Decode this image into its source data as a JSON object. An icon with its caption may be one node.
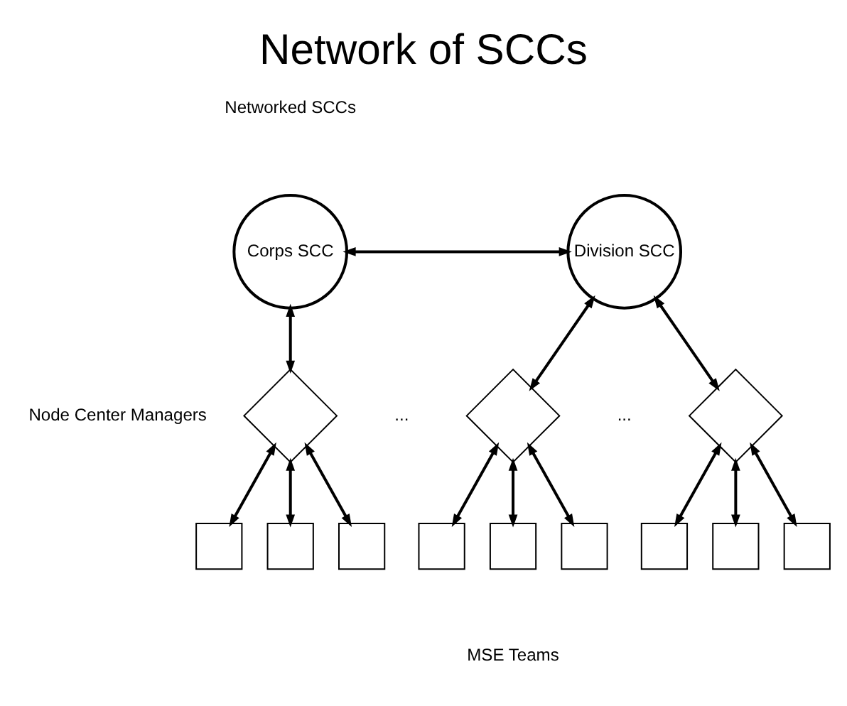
{
  "diagram": {
    "title": "Network of SCCs",
    "nodes": [
      {
        "text": [
          "Corps SCC"
        ]
      },
      {
        "text": [
          "Division SCC"
        ]
      },
      {
        "text": [],
        "shape": "diamond"
      },
      {
        "text": [],
        "shape": "diamond"
      },
      {
        "text": [],
        "shape": "diamond"
      },
      {
        "text": [],
        "shape": "box"
      },
      {
        "text": [],
        "shape": "box"
      },
      {
        "text": [],
        "shape": "box"
      },
      {
        "text": [],
        "shape": "box"
      },
      {
        "text": [],
        "shape": "box"
      },
      {
        "text": [],
        "shape": "box"
      },
      {
        "text": [],
        "shape": "box"
      },
      {
        "text": [],
        "shape": "box"
      },
      {
        "text": [],
        "shape": "box"
      }
    ],
    "edges": [
      {
        "from": 0,
        "to": 1,
        "arrow": "both"
      },
      {
        "from": 0,
        "to": 2,
        "arrow": "both"
      },
      {
        "from": 1,
        "to": 3,
        "arrow": "both"
      },
      {
        "from": 1,
        "to": 4,
        "arrow": "both"
      },
      {
        "from": 2,
        "to": 5,
        "arrow": "both"
      },
      {
        "from": 2,
        "to": 6,
        "arrow": "both"
      },
      {
        "from": 2,
        "to": 7,
        "arrow": "both"
      },
      {
        "from": 3,
        "to": 8,
        "arrow": "both"
      },
      {
        "from": 3,
        "to": 9,
        "arrow": "both"
      },
      {
        "from": 3,
        "to": 10,
        "arrow": "both"
      },
      {
        "from": 4,
        "to": 11,
        "arrow": "both"
      },
      {
        "from": 4,
        "to": 12,
        "arrow": "both"
      },
      {
        "from": 4,
        "to": 13,
        "arrow": "both"
      }
    ],
    "labels": [
      "Networked SCCs",
      "Node Center Managers",
      "...",
      "...",
      "MSE Teams"
    ]
  }
}
